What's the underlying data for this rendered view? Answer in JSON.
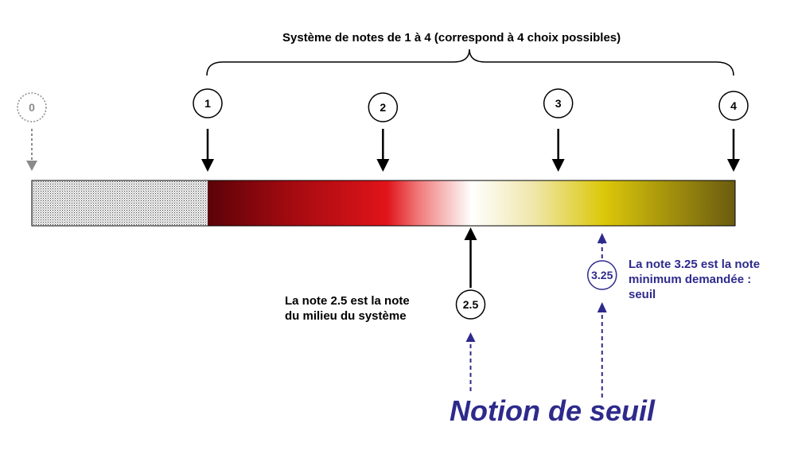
{
  "title": "Système de notes de 1 à 4 (correspond à 4 choix possibles)",
  "scale": {
    "min": 0,
    "max": 4
  },
  "markers": [
    {
      "label": "0",
      "value": 0,
      "style": "dotted-gray"
    },
    {
      "label": "1",
      "value": 1,
      "style": "solid"
    },
    {
      "label": "2",
      "value": 2,
      "style": "solid"
    },
    {
      "label": "3",
      "value": 3,
      "style": "solid"
    },
    {
      "label": "4",
      "value": 4,
      "style": "solid"
    }
  ],
  "midpoint": {
    "label": "2.5",
    "value": 2.5,
    "note_lines": [
      "La note 2.5 est la note",
      "du milieu du système"
    ]
  },
  "threshold": {
    "label": "3.25",
    "value": 3.25,
    "note_lines": [
      "La note 3.25 est la note",
      "minimum demandée :",
      "seuil"
    ]
  },
  "footer": "Notion de seuil",
  "colors": {
    "dark_red": "#5c0208",
    "red": "#e0141a",
    "white": "#ffffff",
    "yellow": "#dcc80a",
    "olive": "#6b5b10",
    "navy": "#2e2a8c",
    "gray": "#8a8a8a"
  }
}
